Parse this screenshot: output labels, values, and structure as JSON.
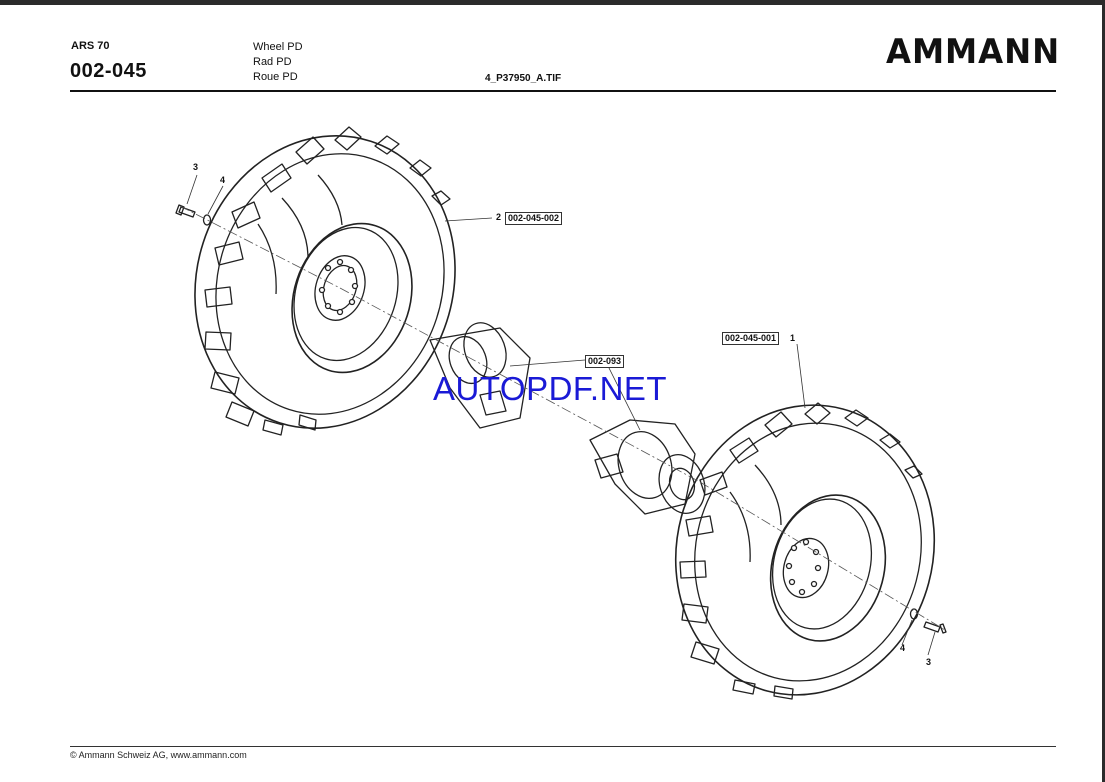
{
  "header": {
    "model": "ARS 70",
    "page_code": "002-045",
    "titles": [
      "Wheel PD",
      "Rad PD",
      "Roue PD"
    ],
    "filename": "4_P37950_A.TIF",
    "logo_text": "AMMANN"
  },
  "callouts": {
    "bolt_left": "3",
    "washer_left": "4",
    "wheel_left_item": "2",
    "wheel_left_ref": "002-045-002",
    "motor_ref": "002-093",
    "wheel_right_ref": "002-045-001",
    "wheel_right_item": "1",
    "washer_right": "4",
    "bolt_right": "3"
  },
  "watermark": "AUTOPDF.NET",
  "footer": "© Ammann Schweiz AG, www.ammann.com"
}
